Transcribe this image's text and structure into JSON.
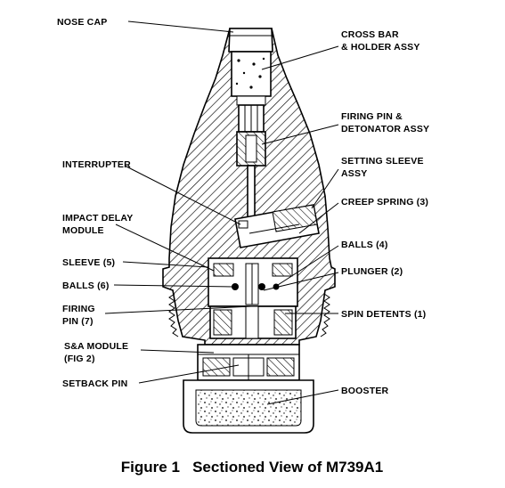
{
  "figure": {
    "caption": "Figure 1   Sectioned View of M739A1"
  },
  "labels": {
    "nose_cap": "NOSE CAP",
    "cross_bar_1": "CROSS BAR",
    "cross_bar_2": "& HOLDER ASSY",
    "firing_pin_det_1": "FIRING PIN &",
    "firing_pin_det_2": "DETONATOR ASSY",
    "setting_sleeve_1": "SETTING SLEEVE",
    "setting_sleeve_2": "ASSY",
    "interrupter": "INTERRUPTER",
    "creep_spring": "CREEP SPRING (3)",
    "impact_delay_1": "IMPACT DELAY",
    "impact_delay_2": "MODULE",
    "balls_4": "BALLS (4)",
    "sleeve_5": "SLEEVE (5)",
    "plunger_2": "PLUNGER (2)",
    "balls_6": "BALLS (6)",
    "firing_pin_7_1": "FIRING",
    "firing_pin_7_2": "PIN (7)",
    "spin_detents": "SPIN DETENTS (1)",
    "sa_module_1": "S&A MODULE",
    "sa_module_2": "(FIG 2)",
    "setback_pin": "SETBACK PIN",
    "booster": "BOOSTER"
  }
}
